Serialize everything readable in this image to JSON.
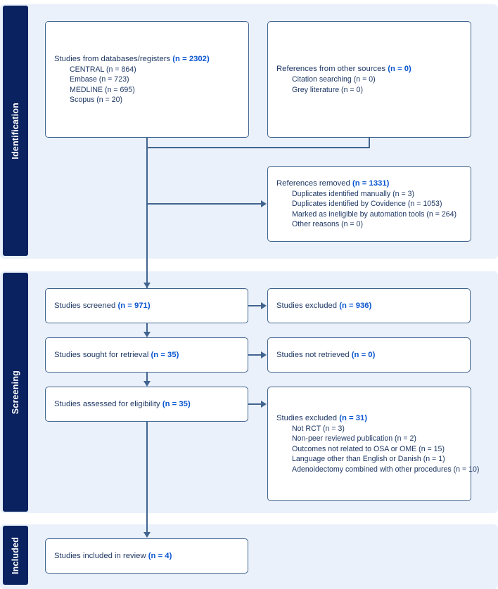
{
  "stages": [
    {
      "key": "identification",
      "label": "Identification"
    },
    {
      "key": "screening",
      "label": "Screening"
    },
    {
      "key": "included",
      "label": "Included"
    }
  ],
  "nodes": {
    "databases": {
      "headline": "Studies from databases/registers ",
      "count": "(n = 2302)",
      "sublist": [
        "CENTRAL (n = 864)",
        "Embase (n = 723)",
        "MEDLINE (n = 695)",
        "Scopus (n = 20)"
      ]
    },
    "other_sources": {
      "headline": "References from other sources ",
      "count": "(n = 0)",
      "sublist": [
        "Citation searching (n = 0)",
        "Grey literature (n = 0)"
      ]
    },
    "removed": {
      "headline": "References removed ",
      "count": "(n = 1331)",
      "sublist": [
        "Duplicates identified manually (n = 3)",
        "Duplicates identified by Covidence (n = 1053)",
        "Marked as ineligible by automation tools (n = 264)",
        "Other reasons (n = 0)"
      ]
    },
    "screened": {
      "headline": "Studies screened ",
      "count": "(n = 971)",
      "sublist": []
    },
    "excluded_screened": {
      "headline": "Studies excluded ",
      "count": "(n = 936)",
      "sublist": []
    },
    "sought": {
      "headline": "Studies sought for retrieval ",
      "count": "(n = 35)",
      "sublist": []
    },
    "not_retrieved": {
      "headline": "Studies not retrieved ",
      "count": "(n = 0)",
      "sublist": []
    },
    "eligibility": {
      "headline": "Studies assessed for eligibility ",
      "count": "(n = 35)",
      "sublist": []
    },
    "excluded_eligibility": {
      "headline": "Studies excluded ",
      "count": "(n = 31)",
      "sublist": [
        "Not RCT (n = 3)",
        "Non-peer reviewed publication (n = 2)",
        "Outcomes not related to OSA or OME (n = 15)",
        "Language other than English or Danish (n = 1)",
        "Adenoidectomy combined with other procedures (n = 10)"
      ]
    },
    "included": {
      "headline": "Studies included in review ",
      "count": "(n = 4)",
      "sublist": []
    }
  },
  "colors": {
    "stage_bar": "#0a2260",
    "panel_background": "#eaf1fb",
    "box_border": "#41648f",
    "label_text": "#1f3864",
    "count_text": "#0a56d0",
    "connector": "#41648f"
  }
}
